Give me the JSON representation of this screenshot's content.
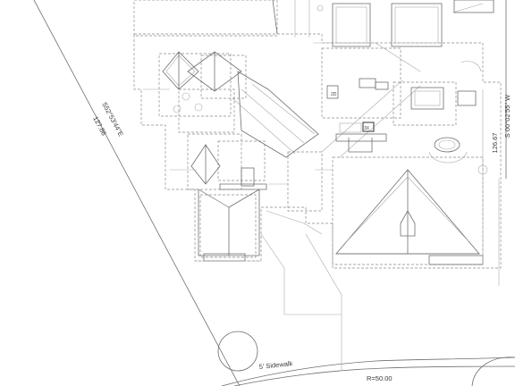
{
  "annotations": {
    "bearing_left": "S52°53'44\"E",
    "distance_left": "127.86",
    "bearing_right": "S 00°02'55\" W",
    "distance_right": "126.67",
    "sidewalk": "5' Sidewalk",
    "radius": "R=50.00",
    "label_2d": "2D",
    "label_3x": "3X"
  },
  "colors": {
    "line": "#6f6f6f",
    "light": "#a9a9a9",
    "bold": "#444444",
    "background": "#ffffff"
  }
}
